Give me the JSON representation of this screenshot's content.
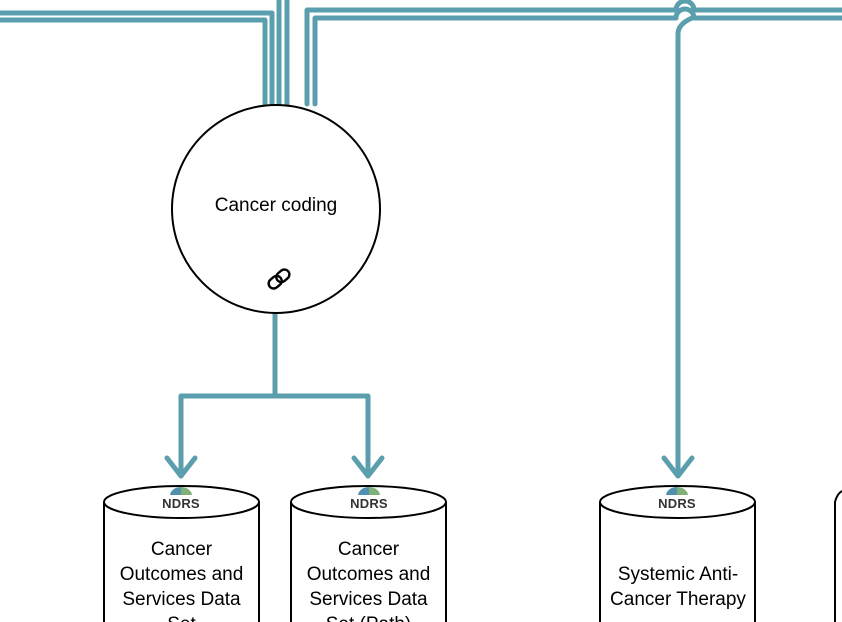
{
  "colors": {
    "connector": "#5b9fae",
    "node_stroke": "#000000",
    "badge_blue": "#4f8fb0",
    "badge_green": "#7fb07a"
  },
  "process": {
    "label": "Cancer coding",
    "icon": "link-icon"
  },
  "datasets": [
    {
      "badge": "NDRS",
      "label": "Cancer Outcomes and Services Data Set"
    },
    {
      "badge": "NDRS",
      "label": "Cancer Outcomes and Services Data Set (Path)"
    },
    {
      "badge": "NDRS",
      "label": "Systemic Anti-Cancer Therapy"
    }
  ]
}
